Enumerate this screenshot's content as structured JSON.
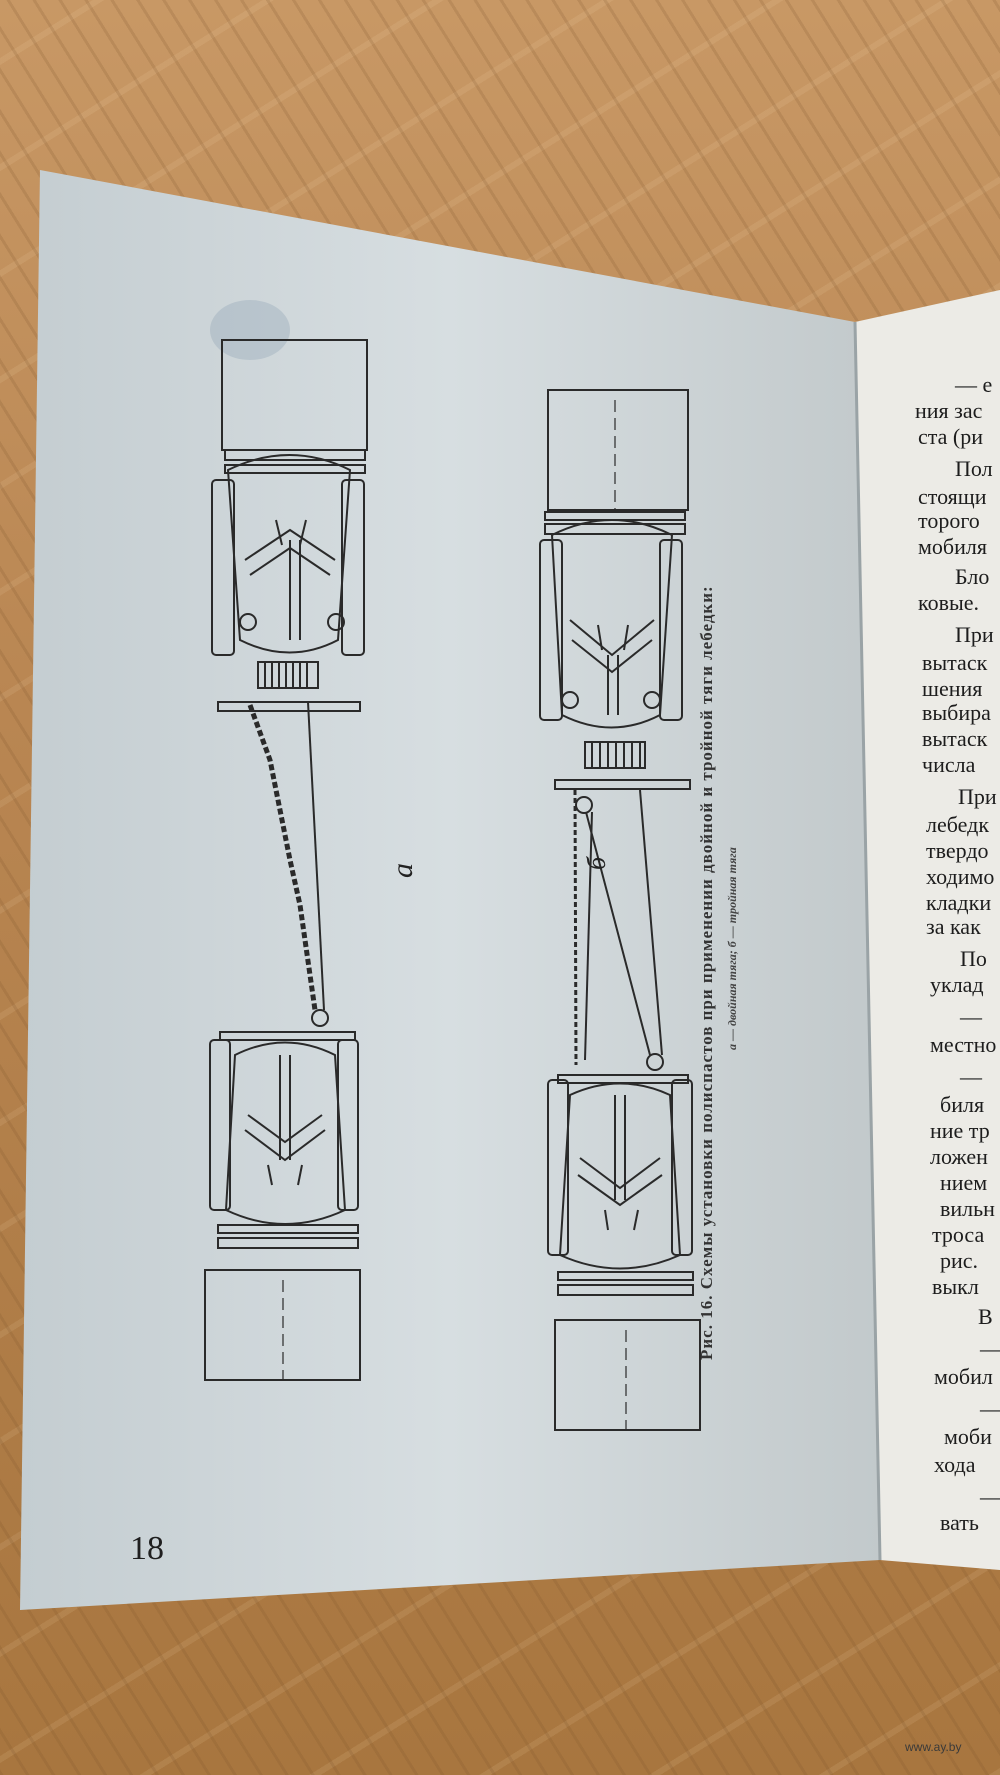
{
  "page": {
    "number": "18",
    "figure_label_a": "а",
    "figure_label_b": "б",
    "caption": "Рис. 16. Схемы установки полиспастов при применении двойной и тройной тяги лебедки:",
    "caption_sub": "а — двойная тяга; б — тройная тяга"
  },
  "right_page_lines": [
    "— е",
    "ния зас",
    "ста (ри",
    "Пол",
    "стоящи",
    "торого",
    "мобиля",
    "Бло",
    "ковые.",
    "При",
    "вытаск",
    "шения",
    "выбира",
    "вытаск",
    "числа",
    "При",
    "лебедк",
    "твердо",
    "ходимо",
    "кладки",
    "за как",
    "По",
    "уклад",
    "—",
    "местно",
    "—",
    "биля",
    "ние тр",
    "ложен",
    "нием",
    "вильн",
    "троса",
    "рис.",
    "выкл",
    "В",
    "—",
    "мобил",
    "—",
    "моби",
    "хода",
    "—",
    "вать"
  ],
  "watermark": "www.ay.by",
  "colors": {
    "paper_left": "#d6dde0",
    "paper_right": "#eeeeea",
    "ink": "#2a2a2a"
  }
}
